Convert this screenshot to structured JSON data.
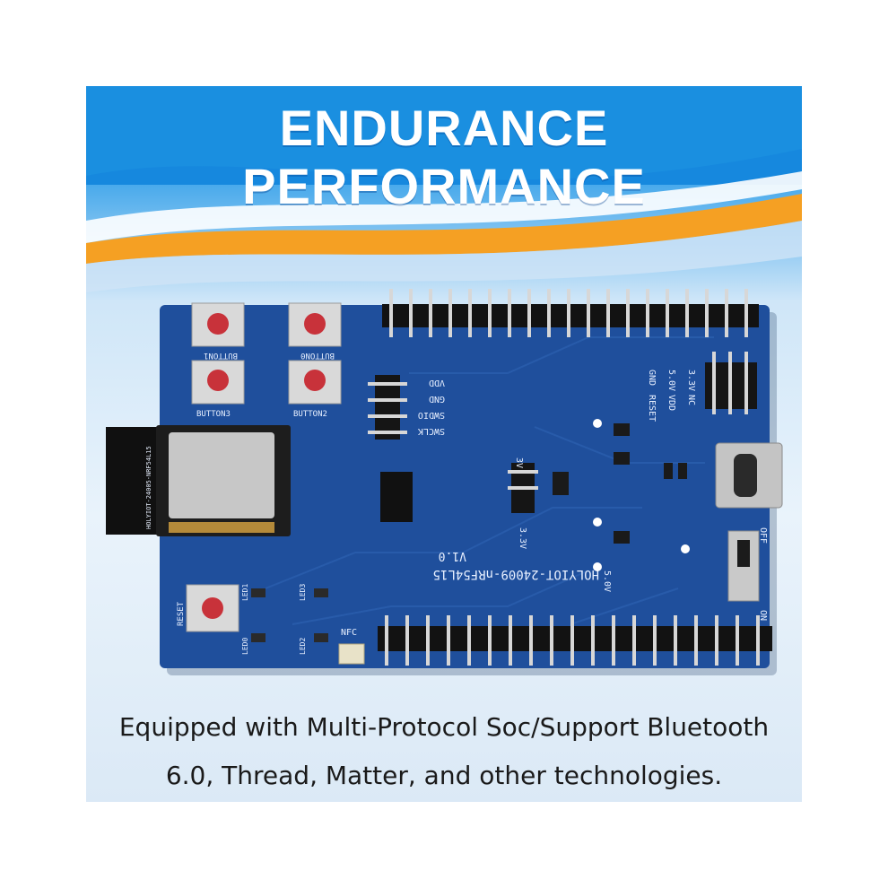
{
  "banner": {
    "title": "ENDURANCE PERFORMANCE"
  },
  "caption": {
    "line1": "Equipped with Multi-Protocol Soc/Support Bluetooth",
    "line2": "6.0, Thread, Matter, and other technologies."
  },
  "board": {
    "name_label": "HOLYIOT-24009-nRF54L15",
    "version_label": "V1.0",
    "module_label": "HOLYIOT-24005-NRF54L15",
    "buttons": [
      "BUTTON1",
      "BUTTON0",
      "BUTTON3",
      "BUTTON2"
    ],
    "reset_label": "RESET",
    "debug_pins": [
      "SWCLK",
      "SWDIO",
      "GND",
      "VDD"
    ],
    "power_labels": [
      "GND",
      "RESET",
      "5.0V",
      "VDD",
      "3.3V",
      "NC"
    ],
    "voltage_3v3": "3.3V",
    "voltage_5v": "5.0V",
    "jumper_label": "3V",
    "switch_off": "OFF",
    "switch_on": "ON",
    "nfc_label": "NFC",
    "led_labels": [
      "LED1",
      "LED3",
      "LED0",
      "LED2"
    ]
  },
  "colors": {
    "banner_blue": "#1a8fe0",
    "banner_orange": "#f5a023",
    "pcb_blue": "#1f4f9c",
    "button_red": "#c8323a"
  }
}
